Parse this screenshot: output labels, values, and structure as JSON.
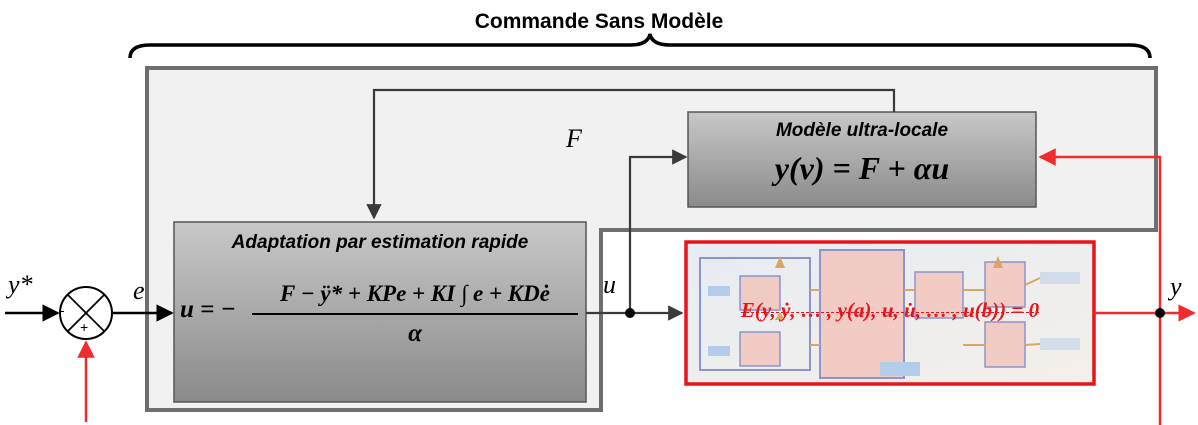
{
  "title": "Commande Sans Modèle",
  "signals": {
    "reference": "y*",
    "error": "e",
    "control": "u",
    "output": "y",
    "F": "F"
  },
  "summer": {
    "minus_sign": "-",
    "plus_sign": "+"
  },
  "ultra_local_model": {
    "title": "Modèle ultra-locale",
    "equation": "y(ν) = F + αu"
  },
  "adaptation_block": {
    "title": "Adaptation par estimation rapide",
    "lhs": "u = −",
    "numerator": "F − ÿ* + KPe + KI ∫ e + KDė",
    "denominator": "α"
  },
  "plant": {
    "equation": "E(y, ẏ, … , y(a), u, u̇, … , u(b)) = 0"
  },
  "colors": {
    "feedback": "#ef2b2b",
    "frame": "#6e6e6e",
    "block_fill": "#9e9e9e",
    "accent_red": "#e8141c"
  }
}
